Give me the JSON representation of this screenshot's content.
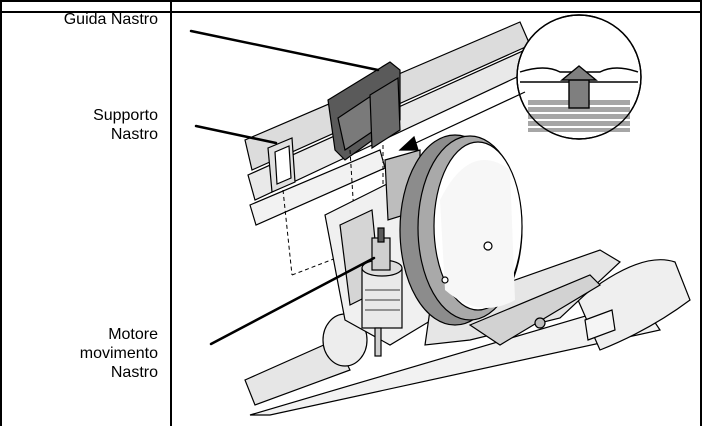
{
  "labels": {
    "ribbon_guide": "Guida Nastro",
    "ribbon_support": "Supporto\nNastro",
    "ribbon_motor": "Motore\nmovimento\nNastro"
  },
  "colors": {
    "line": "#000000",
    "light_gray": "#d9d9d9",
    "mid_gray": "#a6a6a6",
    "dark_gray": "#5a5a5a"
  }
}
